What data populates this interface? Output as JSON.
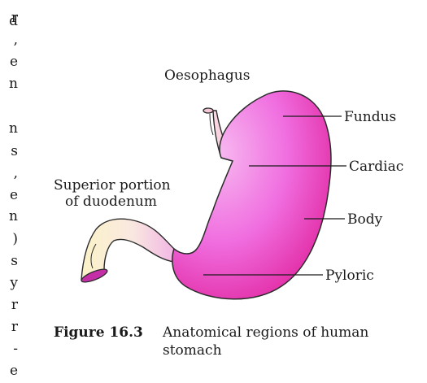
{
  "left_margin_letters": [
    "r",
    "d",
    ",",
    "e",
    "n",
    "n",
    "s",
    ",",
    "e",
    "n",
    ")",
    "s",
    "y",
    "r",
    "r",
    "-",
    "e"
  ],
  "labels": {
    "oesophagus": "Oesophagus",
    "fundus": "Fundus",
    "cardiac": "Cardiac",
    "body": "Body",
    "pyloric": "Pyloric",
    "duodenum_line1": "Superior portion",
    "duodenum_line2": "of duodenum"
  },
  "caption": {
    "label": "Figure 16.3",
    "text_line1": "Anatomical regions of human",
    "text_line2": "stomach"
  },
  "colors": {
    "stomach_light": "#f7b8f0",
    "stomach_mid": "#f06ee0",
    "stomach_dark": "#e0209a",
    "oesophagus_fill": "#f4c6d8",
    "duodenum_fill": "#fbf3c8",
    "duodenum_opening": "#c42fa8",
    "outline": "#2b2b2b"
  }
}
